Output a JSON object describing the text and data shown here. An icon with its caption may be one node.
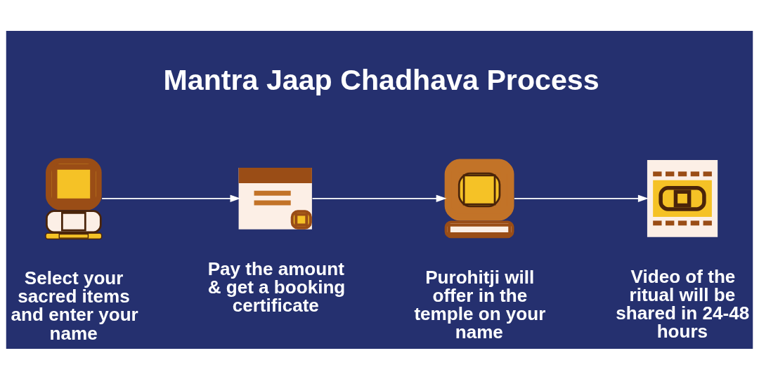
{
  "diagram": {
    "title": "Mantra Jaap Chadhava Process",
    "nodes": [
      {
        "text": [],
        "shape": "picture",
        "beside": [
          "Select your sacred items and enter your name"
        ]
      },
      {
        "text": [],
        "shape": "picture",
        "beside": [
          "Pay the amount & get a booking certificate"
        ]
      },
      {
        "text": [],
        "shape": "picture",
        "beside": [
          "Purohitji will offer in the temple on your name"
        ]
      },
      {
        "text": [],
        "shape": "picture",
        "beside": [
          "Video of the ritual will be shared in 24-48 hours"
        ]
      }
    ],
    "edges": [
      {
        "from": 0,
        "to": 1,
        "arrow": "to"
      },
      {
        "from": 1,
        "to": 2,
        "arrow": "to"
      },
      {
        "from": 2,
        "to": 3,
        "arrow": "to"
      }
    ]
  }
}
